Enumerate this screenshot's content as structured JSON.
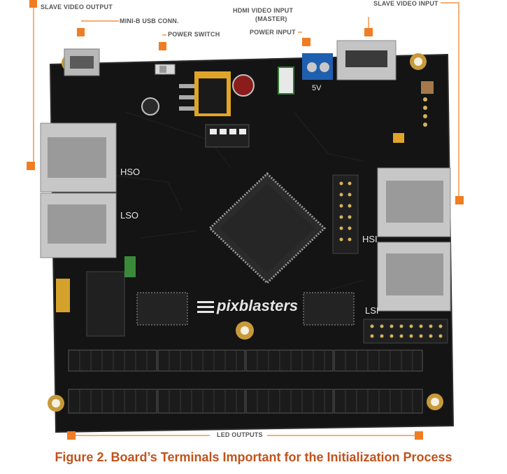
{
  "labels": {
    "slave_video_output": "SLAVE VIDEO OUTPUT",
    "mini_b_usb": "MINI-B USB CONN.",
    "power_switch": "POWER SWITCH",
    "hdmi_video_input_1": "HDMI VIDEO INPUT",
    "hdmi_video_input_2": "(MASTER)",
    "power_input": "POWER INPUT",
    "slave_video_input": "SLAVE VIDEO INPUT",
    "led_outputs": "LED OUTPUTS"
  },
  "board": {
    "hso": "HSO",
    "lso": "LSO",
    "hsi": "HSI",
    "lsi": "LSI",
    "brand": "pixblasters",
    "power_marking": "5V"
  },
  "caption": "Figure 2. Board’s Terminals Important for the Initialization Process",
  "colors": {
    "accent": "#f07d23",
    "caption": "#c0531b",
    "label_text": "#555555",
    "board": "#141414",
    "header_blue": "#1f5fb0"
  }
}
